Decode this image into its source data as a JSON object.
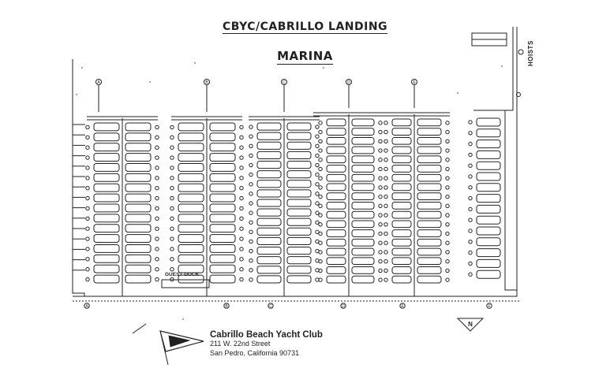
{
  "map": {
    "title_line1": "CBYC/CABRILLO LANDING",
    "title_line2": "MARINA",
    "hoists_label": "HOISTS",
    "guest_dock_label": "GUEST DOCK",
    "north_label": "N",
    "top_dock_labels": [
      "A",
      "B",
      "C",
      "D",
      "E"
    ],
    "bottom_gate_labels": [
      "A",
      "B",
      "C",
      "D",
      "E",
      "F"
    ]
  },
  "club": {
    "name": "Cabrillo Beach Yacht Club",
    "street": "211 W. 22nd Street",
    "city": "San Pedro, California 90731"
  },
  "colors": {
    "ink": "#222222",
    "paper": "#ffffff"
  }
}
